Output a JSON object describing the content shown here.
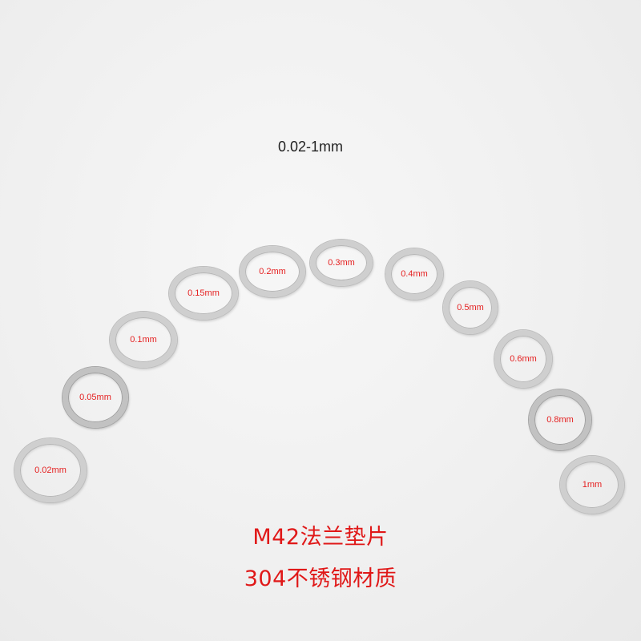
{
  "range_label": "0.02-1mm",
  "shims": [
    {
      "label": "0.02mm"
    },
    {
      "label": "0.05mm"
    },
    {
      "label": "0.1mm"
    },
    {
      "label": "0.15mm"
    },
    {
      "label": "0.2mm"
    },
    {
      "label": "0.3mm"
    },
    {
      "label": "0.4mm"
    },
    {
      "label": "0.5mm"
    },
    {
      "label": "0.6mm"
    },
    {
      "label": "0.8mm"
    },
    {
      "label": "1mm"
    }
  ],
  "caption": {
    "line1": "M42法兰垫片",
    "line2": "304不锈钢材质"
  },
  "colors": {
    "label_red": "#e52020",
    "caption_red": "#e01818",
    "background": "#f2f2f2",
    "ring_metal": "#cfcfcf"
  }
}
